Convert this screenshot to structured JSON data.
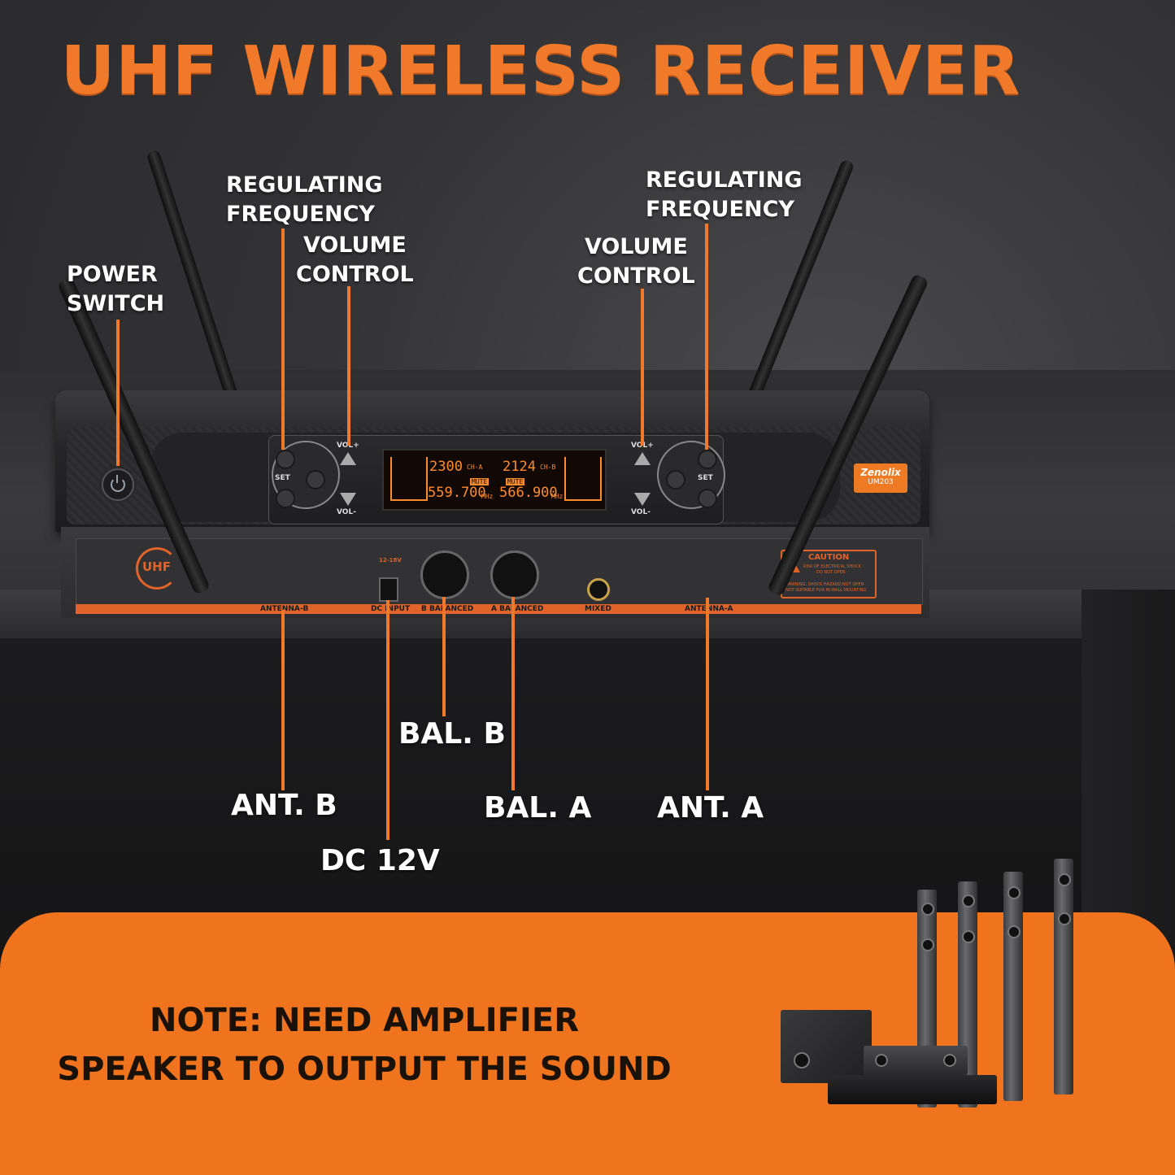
{
  "title": "UHF WIRELESS RECEIVER",
  "labels": {
    "regulating_frequency_b": [
      "REGULATING",
      "FREQUENCY"
    ],
    "volume_control_b": [
      "VOLUME",
      "CONTROL"
    ],
    "power_switch": [
      "POWER",
      "SWITCH"
    ],
    "regulating_frequency_a": [
      "REGULATING",
      "FREQUENCY"
    ],
    "volume_control_a": [
      "VOLUME",
      "CONTROL"
    ],
    "ant_b": "ANT. B",
    "ant_a": "ANT. A",
    "bal_b": "BAL. B",
    "bal_a": "BAL. A",
    "dc_12v": "DC 12V"
  },
  "device": {
    "brand": "Zenolix",
    "model": "UM203",
    "logo_text": "UHF",
    "button_set": "SET",
    "vol_plus": "VOL+",
    "vol_minus": "VOL-",
    "lcd": {
      "ch_a_code": "2300",
      "ch_a_label": "CH-A",
      "ch_a_freq": "559.700",
      "ch_b_code": "2124",
      "ch_b_label": "CH-B",
      "ch_b_freq": "566.900",
      "unit": "MHz",
      "mute": "MUTE"
    },
    "rear_ports": {
      "antenna_b": "ANTENNA-B",
      "dc_input_rating": "12-18V",
      "dc_input": "DC INPUT",
      "b_balanced": "B BALANCED",
      "a_balanced": "A BALANCED",
      "mixed": "MIXED",
      "antenna_a": "ANTENNA-A"
    },
    "caution": {
      "heading": "CAUTION",
      "line1": "RISK OF ELECTRICAL SHOCK",
      "line2": "DO NOT OPEN",
      "line3": "WARNING: SHOCK HAZARD-NOT OPEN",
      "line4": "NOT SUITABLE FOR IN-WALL MOUNTING"
    }
  },
  "note": [
    "NOTE: NEED AMPLIFIER",
    "SPEAKER TO OUTPUT THE SOUND"
  ],
  "colors": {
    "accent": "#f0741d",
    "text": "#ffffff",
    "background": "#2d2d2f"
  }
}
